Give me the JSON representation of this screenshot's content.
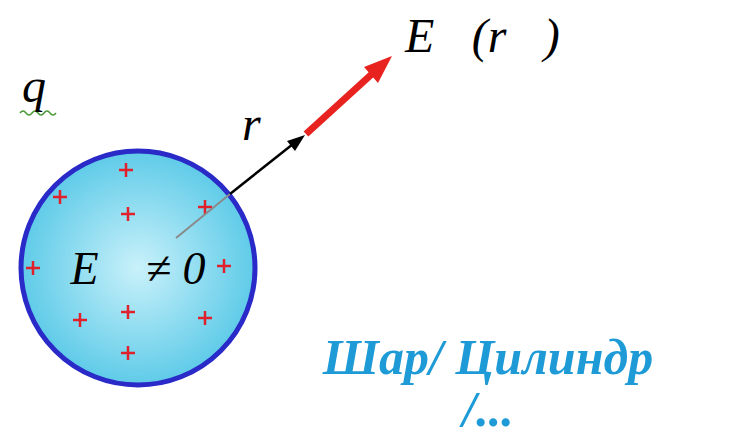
{
  "diagram": {
    "nodes": [
      {
        "text": [
          "E⃗ ≠ 0"
        ]
      }
    ],
    "labels": [
      "q",
      "r⃗",
      "E⃗(r⃗)",
      "Шар/ Цилиндр /..."
    ]
  }
}
